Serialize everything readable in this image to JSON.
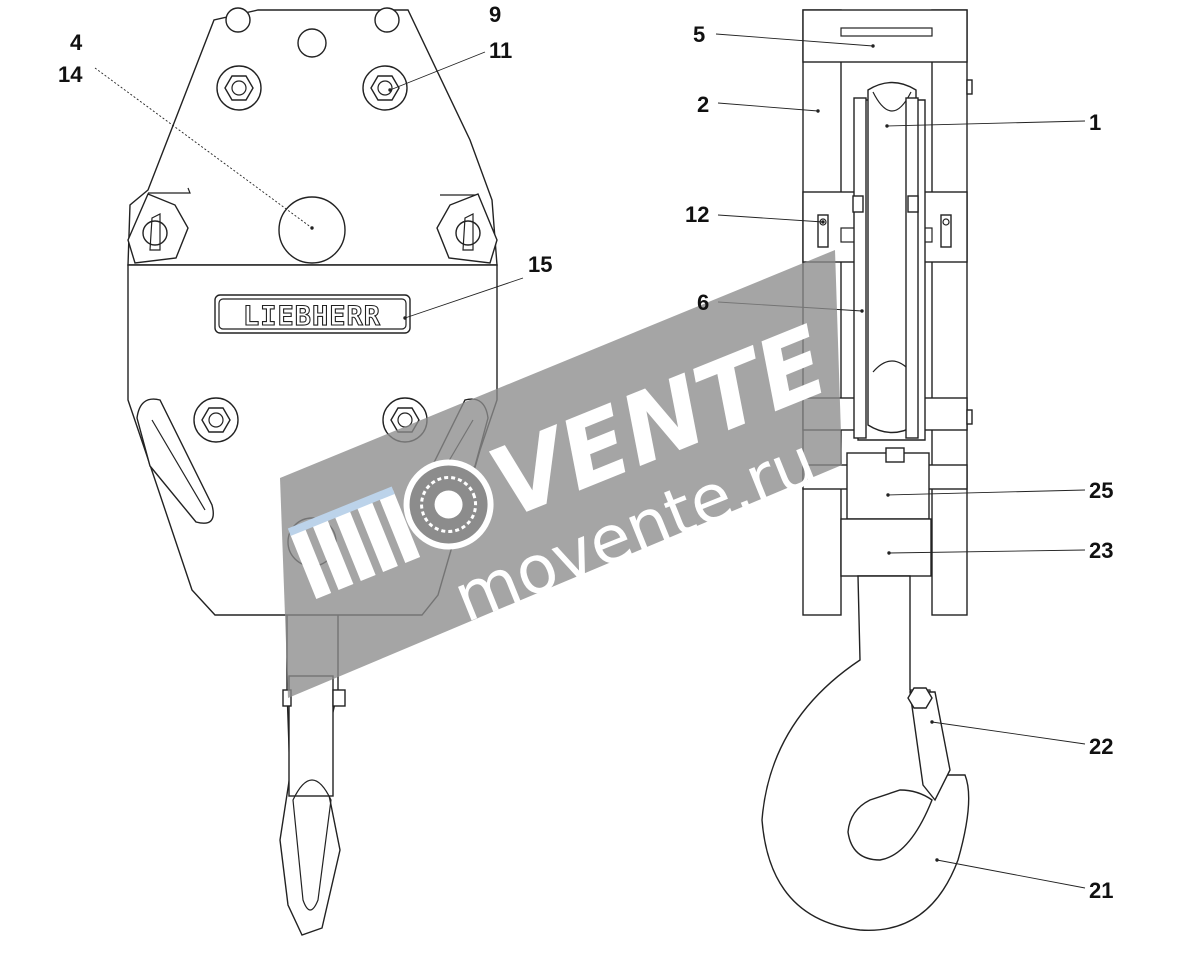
{
  "logo": {
    "text": "LIEBHERR"
  },
  "watermark": {
    "brand": "VENTE",
    "domain": "movente.ru",
    "band_color": "#8c8c8c",
    "brand_color": "#ffffff"
  },
  "callouts": [
    {
      "id": "c-4",
      "label": "4"
    },
    {
      "id": "c-14",
      "label": "14"
    },
    {
      "id": "c-9",
      "label": "9"
    },
    {
      "id": "c-11",
      "label": "11"
    },
    {
      "id": "c-15",
      "label": "15"
    },
    {
      "id": "c-5",
      "label": "5"
    },
    {
      "id": "c-2",
      "label": "2"
    },
    {
      "id": "c-1",
      "label": "1"
    },
    {
      "id": "c-12",
      "label": "12"
    },
    {
      "id": "c-6",
      "label": "6"
    },
    {
      "id": "c-25",
      "label": "25"
    },
    {
      "id": "c-23",
      "label": "23"
    },
    {
      "id": "c-22",
      "label": "22"
    },
    {
      "id": "c-21",
      "label": "21"
    }
  ]
}
